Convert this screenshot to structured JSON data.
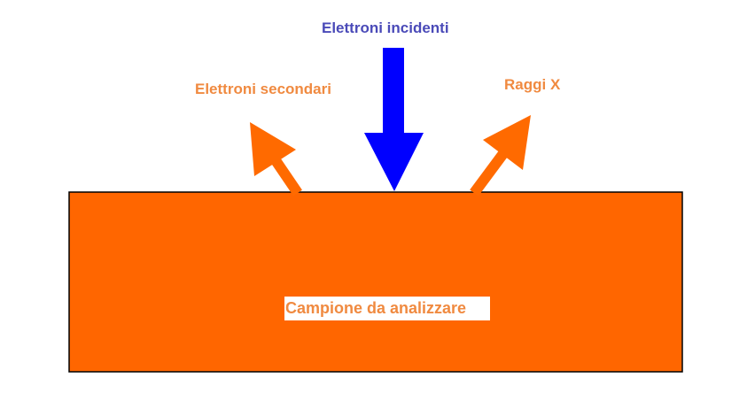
{
  "labels": {
    "incident": "Elettroni incidenti",
    "secondary": "Elettroni secondari",
    "xrays": "Raggi X",
    "sample": "Campione da analizzare"
  },
  "colors": {
    "sample": "#ff6600",
    "incident_arrow": "#0000ff",
    "emitted_arrows": "#ff6a00",
    "incident_text": "#4a4ab8",
    "emitted_text": "#f08a40"
  }
}
